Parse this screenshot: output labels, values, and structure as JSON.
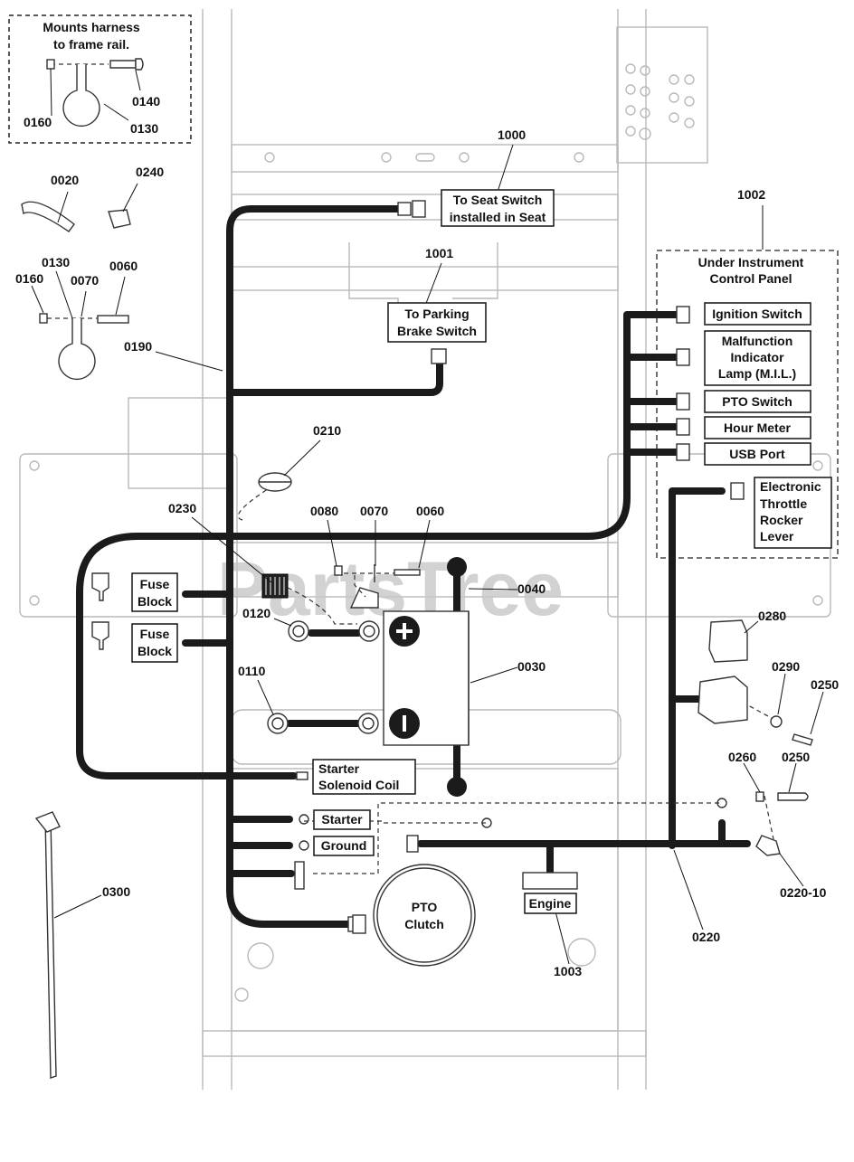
{
  "watermark": "PartsTree",
  "labels": {
    "mounts_line1": "Mounts harness",
    "mounts_line2": "to frame rail.",
    "seat_line1": "To Seat Switch",
    "seat_line2": "installed in Seat",
    "park_line1": "To Parking",
    "park_line2": "Brake Switch",
    "panel_line1": "Under Instrument",
    "panel_line2": "Control Panel",
    "ignition": "Ignition Switch",
    "mil_line1": "Malfunction",
    "mil_line2": "Indicator",
    "mil_line3": "Lamp (M.I.L.)",
    "pto_switch": "PTO Switch",
    "hour_meter": "Hour Meter",
    "usb": "USB Port",
    "etrl_line1": "Electronic",
    "etrl_line2": "Throttle",
    "etrl_line3": "Rocker",
    "etrl_line4": "Lever",
    "fuse_line1": "Fuse",
    "fuse_line2": "Block",
    "starter_sol_line1": "Starter",
    "starter_sol_line2": "Solenoid Coil",
    "starter": "Starter",
    "ground": "Ground",
    "pto_clutch_line1": "PTO",
    "pto_clutch_line2": "Clutch",
    "engine": "Engine"
  },
  "part_numbers": {
    "p0160a": "0160",
    "p0140": "0140",
    "p0130a": "0130",
    "p0020": "0020",
    "p0240": "0240",
    "p0130b": "0130",
    "p0160b": "0160",
    "p0070a": "0070",
    "p0060a": "0060",
    "p0190": "0190",
    "p1000": "1000",
    "p1001": "1001",
    "p1002": "1002",
    "p0210": "0210",
    "p0230": "0230",
    "p0080": "0080",
    "p0070b": "0070",
    "p0060b": "0060",
    "p0040": "0040",
    "p0120": "0120",
    "p0110": "0110",
    "p0030": "0030",
    "p0280": "0280",
    "p0290": "0290",
    "p0250a": "0250",
    "p0260": "0260",
    "p0250b": "0250",
    "p0220_10": "0220-10",
    "p0220": "0220",
    "p0300": "0300",
    "p1003": "1003"
  }
}
